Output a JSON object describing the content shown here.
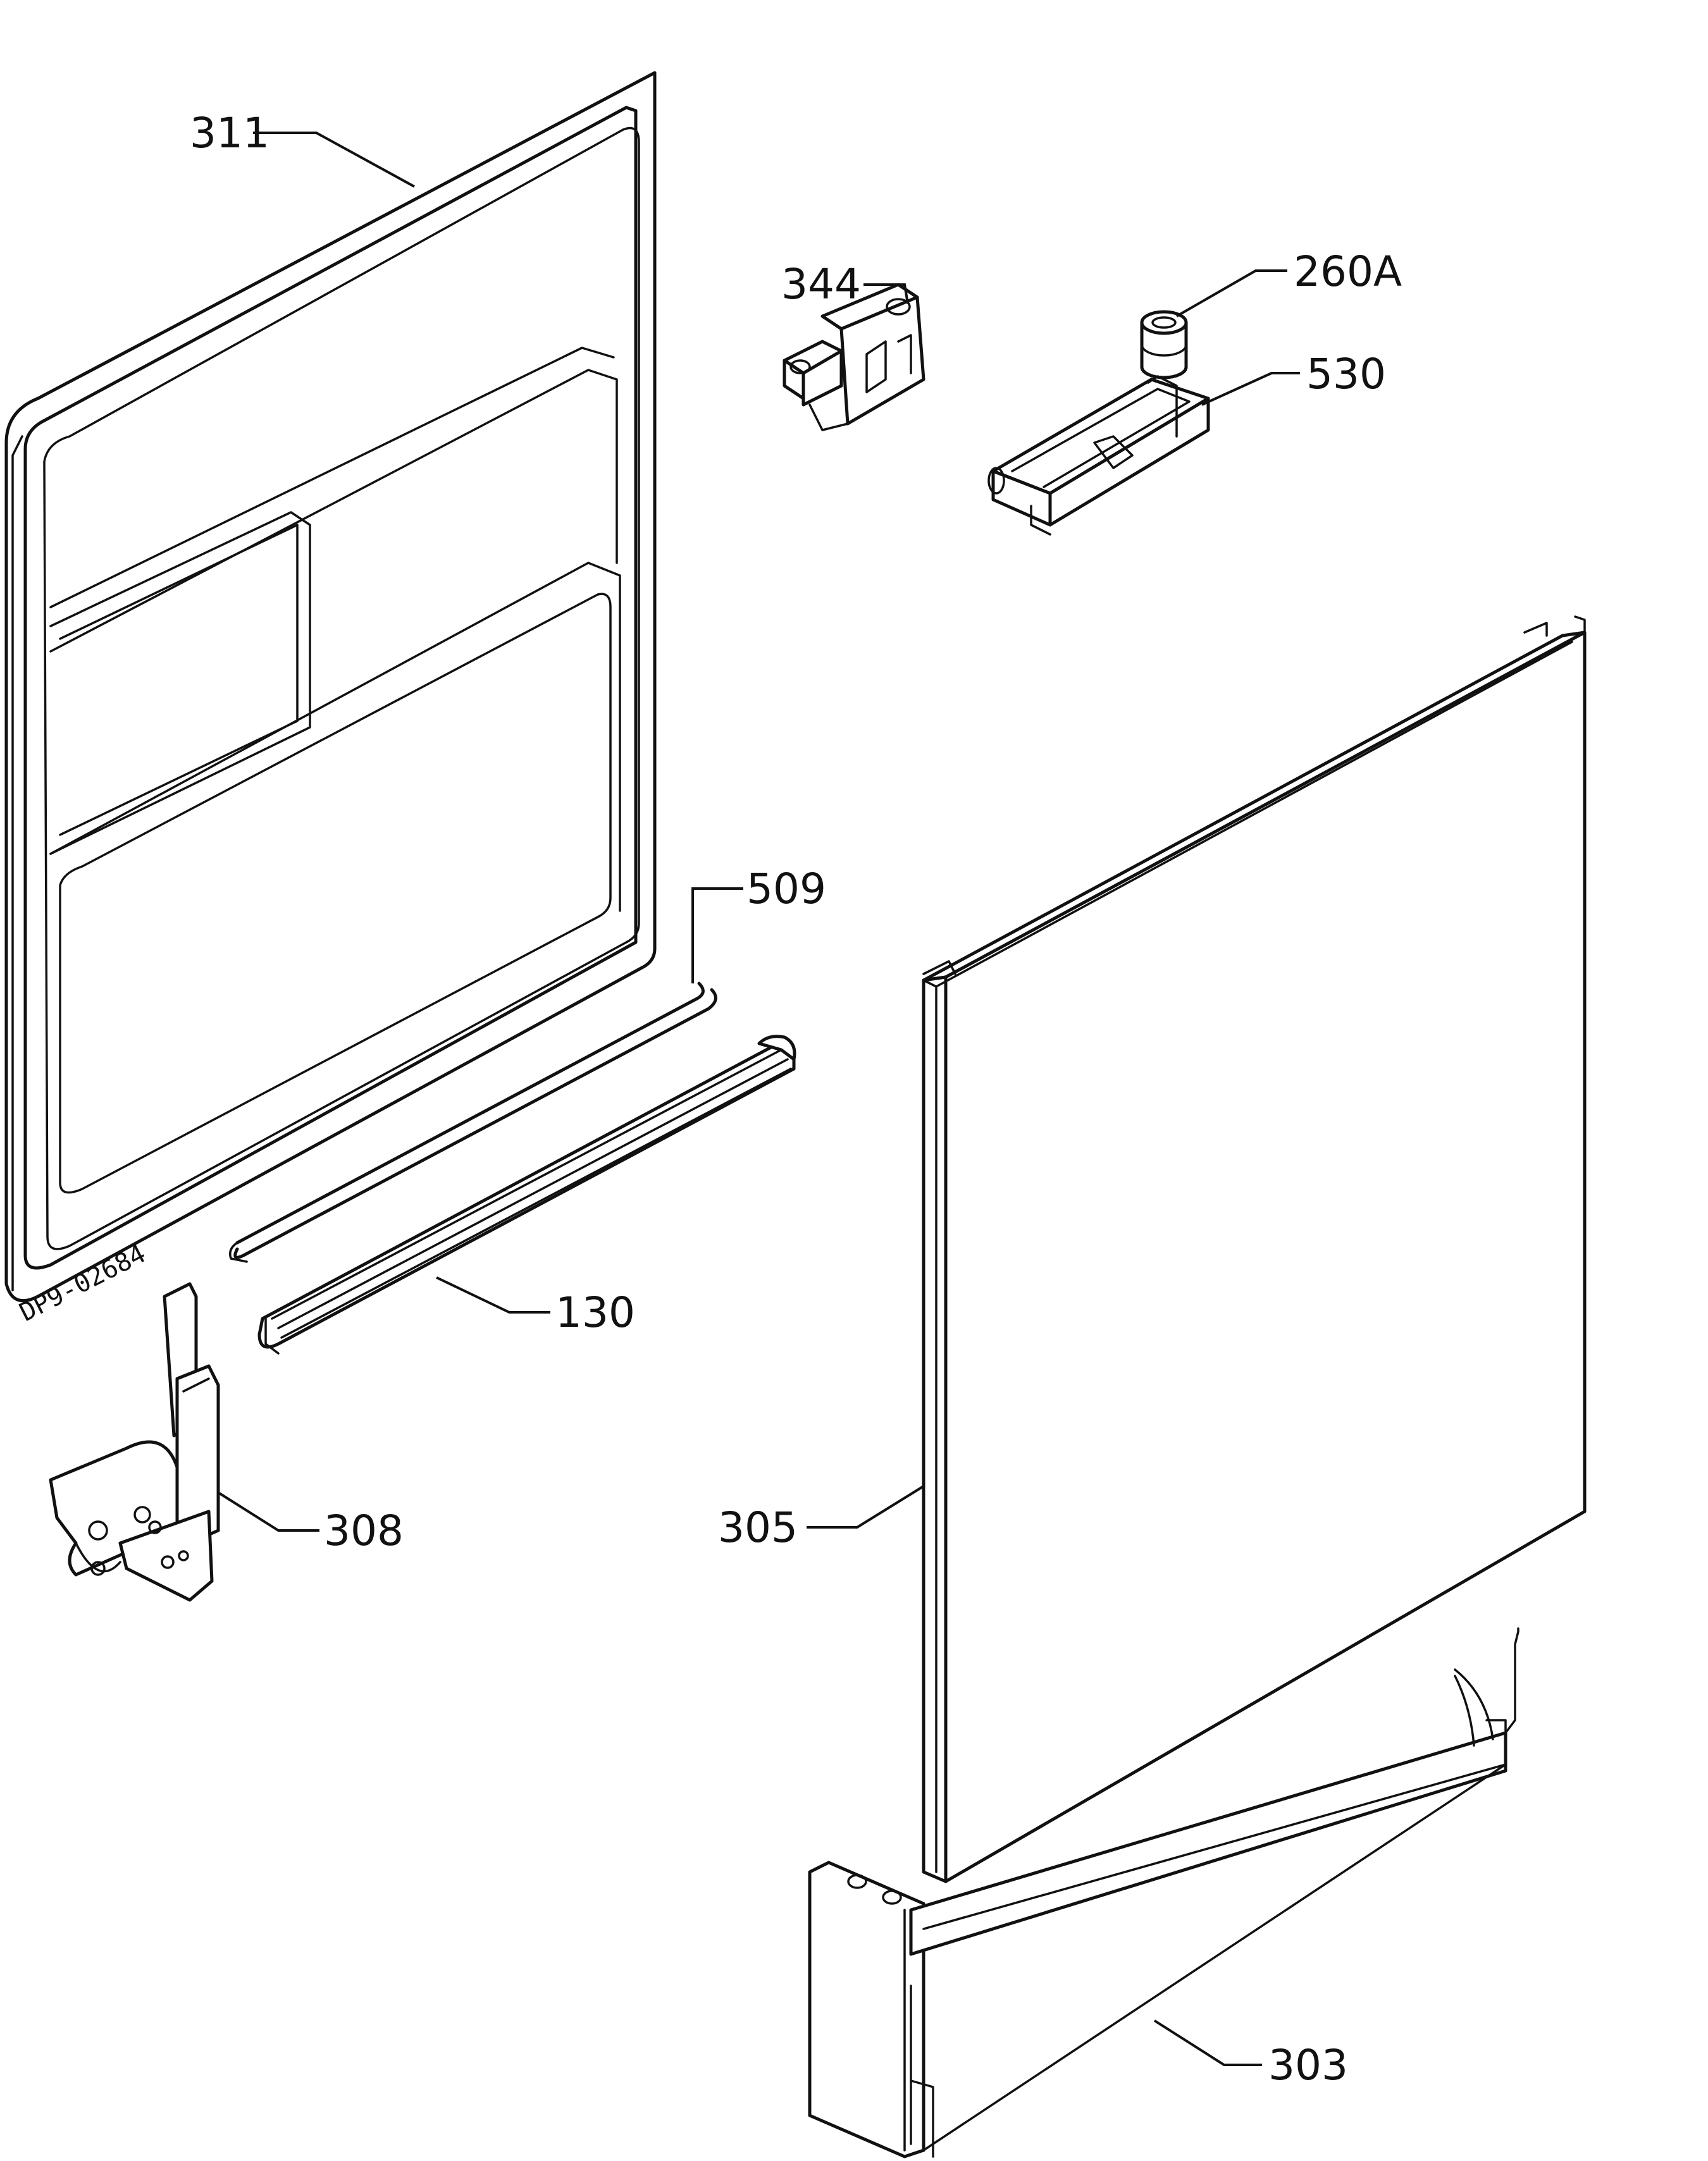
{
  "diagram_code": "DP9-02684",
  "parts": [
    {
      "id": "p311",
      "label": "311"
    },
    {
      "id": "p344",
      "label": "344"
    },
    {
      "id": "p260A",
      "label": "260A"
    },
    {
      "id": "p530",
      "label": "530"
    },
    {
      "id": "p509",
      "label": "509"
    },
    {
      "id": "p130",
      "label": "130"
    },
    {
      "id": "p308",
      "label": "308"
    },
    {
      "id": "p305",
      "label": "305"
    },
    {
      "id": "p303",
      "label": "303"
    }
  ]
}
